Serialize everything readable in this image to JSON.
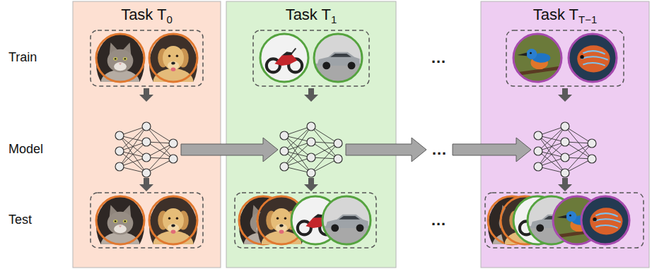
{
  "diagram": {
    "nodes": [
      {
        "text": [
          "Task T",
          "0"
        ]
      },
      {
        "text": [
          "Task T",
          "1"
        ]
      },
      {
        "text": [
          "Task T",
          "T−1"
        ]
      }
    ],
    "labels": [
      "Train",
      "Model",
      "Test",
      "…",
      "…",
      "…"
    ]
  }
}
